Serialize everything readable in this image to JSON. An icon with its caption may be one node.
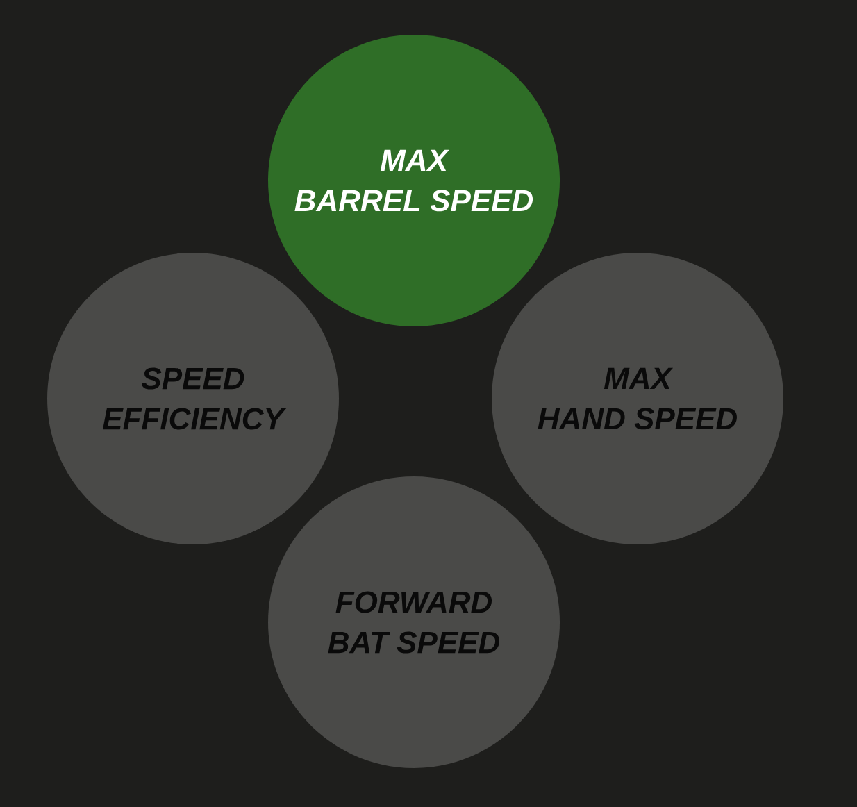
{
  "diagram": {
    "nodes": [
      {
        "text": [
          "MAX BARREL SPEED"
        ]
      },
      {
        "text": [
          "SPEED EFFICIENCY"
        ]
      },
      {
        "text": [
          "MAX HAND SPEED"
        ]
      },
      {
        "text": [
          "FORWARD BAT SPEED"
        ]
      }
    ]
  }
}
